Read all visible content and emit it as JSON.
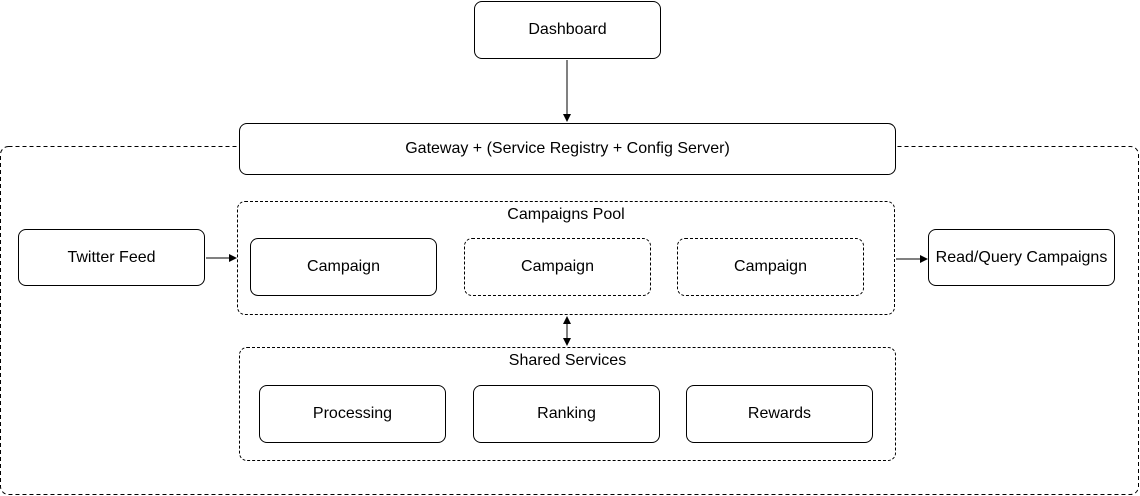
{
  "diagram": {
    "dashboard": "Dashboard",
    "gateway": "Gateway + (Service Registry + Config Server)",
    "twitter_feed": "Twitter Feed",
    "campaigns_pool": {
      "title": "Campaigns Pool",
      "campaigns": [
        "Campaign",
        "Campaign",
        "Campaign"
      ]
    },
    "read_query": "Read/Query Campaigns",
    "shared_services": {
      "title": "Shared Services",
      "services": [
        "Processing",
        "Ranking",
        "Rewards"
      ]
    }
  },
  "colors": {
    "stroke": "#000000",
    "background": "#ffffff"
  }
}
